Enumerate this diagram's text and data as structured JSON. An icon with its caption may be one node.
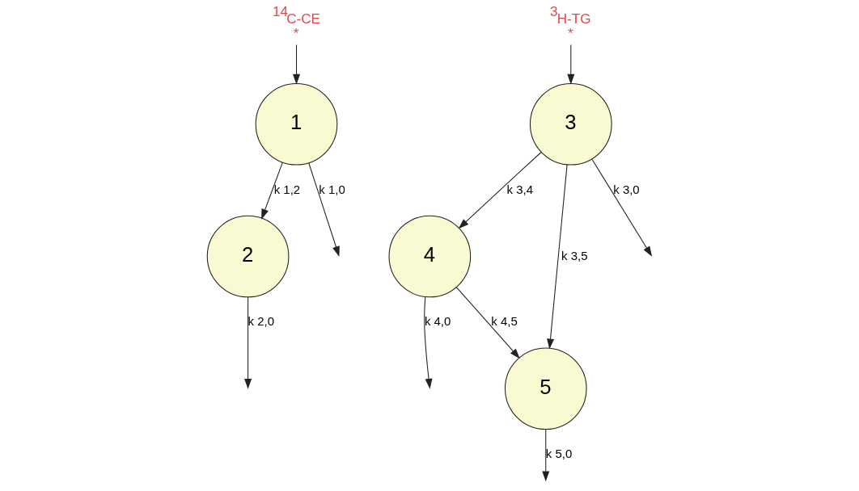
{
  "diagram": {
    "nodes": [
      {
        "text": [
          "$^{14}$C-CE",
          "*"
        ]
      },
      {
        "text": [
          "1"
        ]
      },
      {
        "text": [
          "2"
        ]
      },
      {
        "text": [
          "$^{3}$H-TG",
          "*"
        ]
      },
      {
        "text": [
          "3"
        ]
      },
      {
        "text": [
          "4"
        ]
      },
      {
        "text": [
          "5"
        ]
      }
    ],
    "edges": [
      {
        "from": 0,
        "to": 1,
        "arrow": "to"
      },
      {
        "from": 1,
        "to": null,
        "arrow": "to",
        "label": "k 1,0"
      },
      {
        "from": 4,
        "to": null,
        "arrow": "to",
        "label": "k 3,0"
      },
      {
        "from": 3,
        "to": 4,
        "arrow": "to"
      },
      {
        "from": 4,
        "to": 6,
        "arrow": "to",
        "label": "k 3,5"
      },
      {
        "from": 1,
        "to": 2,
        "arrow": "to",
        "label": "k 1,2"
      },
      {
        "from": 4,
        "to": 5,
        "arrow": "to",
        "label": "k 3,4"
      },
      {
        "from": 6,
        "to": null,
        "arrow": "to",
        "label": "k 5,0"
      },
      {
        "from": 2,
        "to": null,
        "arrow": "to",
        "label": "k 2,0"
      },
      {
        "from": 5,
        "to": null,
        "arrow": "to",
        "label": "k 4,0"
      },
      {
        "from": 5,
        "to": 6,
        "arrow": "to",
        "label": "k 4,5"
      }
    ]
  }
}
